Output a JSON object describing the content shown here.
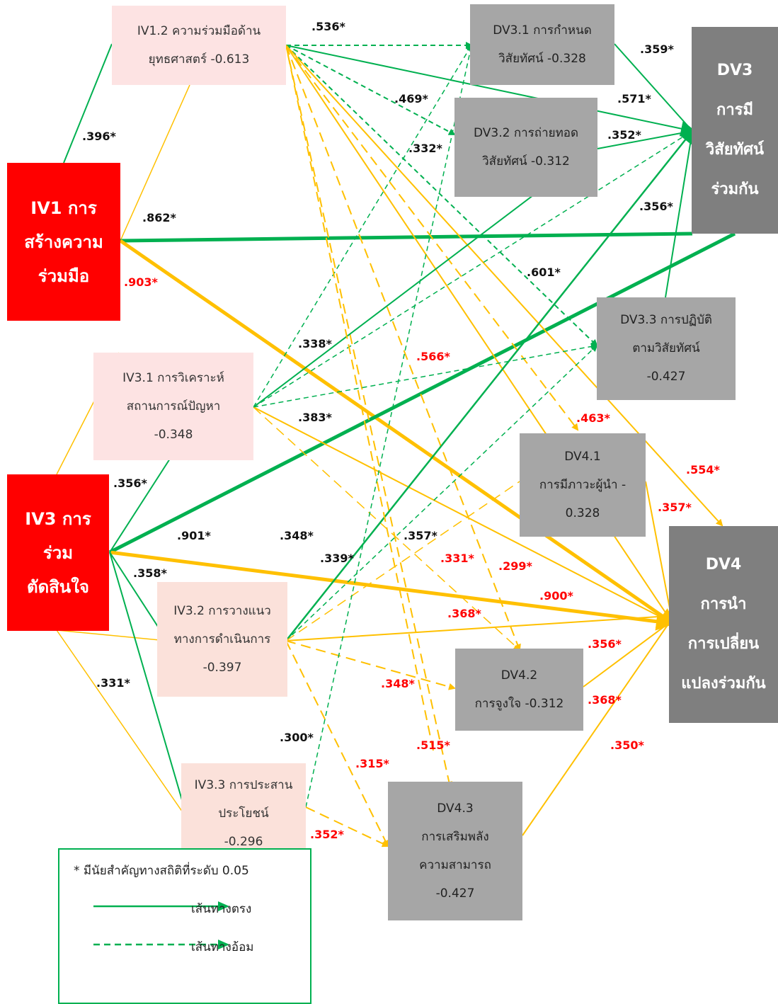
{
  "boxes": {
    "iv1": [
      "IV1 การ",
      "สร้างความ",
      "ร่วมมือ"
    ],
    "iv3": [
      "IV3 การ",
      "ร่วม",
      "ตัดสินใจ"
    ],
    "iv12": [
      "IV1.2 ความร่วมมือด้าน",
      "ยุทธศาสตร์  -0.613"
    ],
    "iv31": [
      "IV3.1 การวิเคราะห์",
      "สถานการณ์ปัญหา",
      "-0.348"
    ],
    "iv32": [
      "IV3.2 การวางแนว",
      "ทางการดำเนินการ",
      "-0.397"
    ],
    "iv33": [
      "IV3.3 การประสาน",
      "ประโยชน์",
      "-0.296"
    ],
    "dv31": [
      "DV3.1 การกำหนด",
      "วิสัยทัศน์ -0.328"
    ],
    "dv32": [
      "DV3.2  การถ่ายทอด",
      "วิสัยทัศน์ -0.312"
    ],
    "dv33": [
      "DV3.3 การปฏิบัติ",
      "ตามวิสัยทัศน์",
      "-0.427"
    ],
    "dv41": [
      "DV4.1",
      "การมีภาวะผู้นำ -",
      "0.328"
    ],
    "dv42": [
      "DV4.2",
      "การจูงใจ -0.312"
    ],
    "dv43": [
      "DV4.3",
      "การเสริมพลัง",
      "ความสามารถ",
      "-0.427"
    ],
    "dv3": [
      "DV3",
      "การมี",
      "วิสัยทัศน์",
      "ร่วมกัน"
    ],
    "dv4": [
      "DV4",
      "การนำ",
      "การเปลี่ยน",
      "แปลงร่วมกัน"
    ]
  },
  "coefficients": {
    "c536": ".536*",
    "c359": ".359*",
    "c571": ".571*",
    "c469": ".469*",
    "c352a": ".352*",
    "c332": ".332*",
    "c396": ".396*",
    "c862": ".862*",
    "c356a": ".356*",
    "c903": ".903*",
    "c601": ".601*",
    "c338": ".338*",
    "c566": ".566*",
    "c383": ".383*",
    "c463": ".463*",
    "c554": ".554*",
    "c357a": ".357*",
    "c356b": ".356*",
    "c901": ".901*",
    "c348a": ".348*",
    "c357b": ".357*",
    "c339": ".339*",
    "c331a": ".331*",
    "c299": ".299*",
    "c358": ".358*",
    "c900": ".900*",
    "c368a": ".368*",
    "c356c": ".356*",
    "c331b": ".331*",
    "c348b": ".348*",
    "c368b": ".368*",
    "c300": ".300*",
    "c515": ".515*",
    "c315": ".315*",
    "c350": ".350*",
    "c352b": ".352*"
  },
  "colors": {
    "direct": "#00b050",
    "indirect": "#ffc000",
    "significant": "#ff0000"
  },
  "legend": {
    "note": "* มีนัยสำคัญทางสถิติที่ระดับ 0.05",
    "direct_label": "เส้นทางตรง",
    "indirect_label": "เส้นทางอ้อม"
  }
}
